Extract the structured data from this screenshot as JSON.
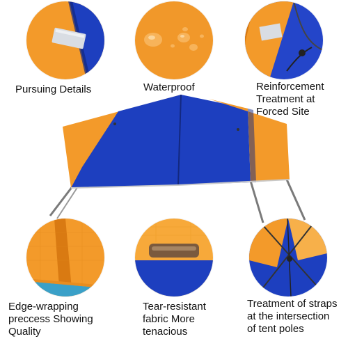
{
  "features": [
    {
      "id": "details",
      "lines": [
        "Pursuing Details"
      ]
    },
    {
      "id": "waterproof",
      "lines": [
        "Waterproof"
      ]
    },
    {
      "id": "reinforcement",
      "lines": [
        "Reinforcement",
        "Treatment at",
        "Forced Site"
      ]
    },
    {
      "id": "edge",
      "lines": [
        "Edge-wrapping",
        "preccess Showing",
        "Quality"
      ]
    },
    {
      "id": "fabric",
      "lines": [
        "Tear-resistant",
        "fabric More",
        "tenacious"
      ]
    },
    {
      "id": "straps",
      "lines": [
        "Treatment of straps",
        "at the intersection",
        "of tent poles"
      ]
    }
  ],
  "colors": {
    "orange": "#f39a2a",
    "orange_dark": "#d97a12",
    "blue": "#1d3fbf",
    "blue_dark": "#13287f"
  }
}
